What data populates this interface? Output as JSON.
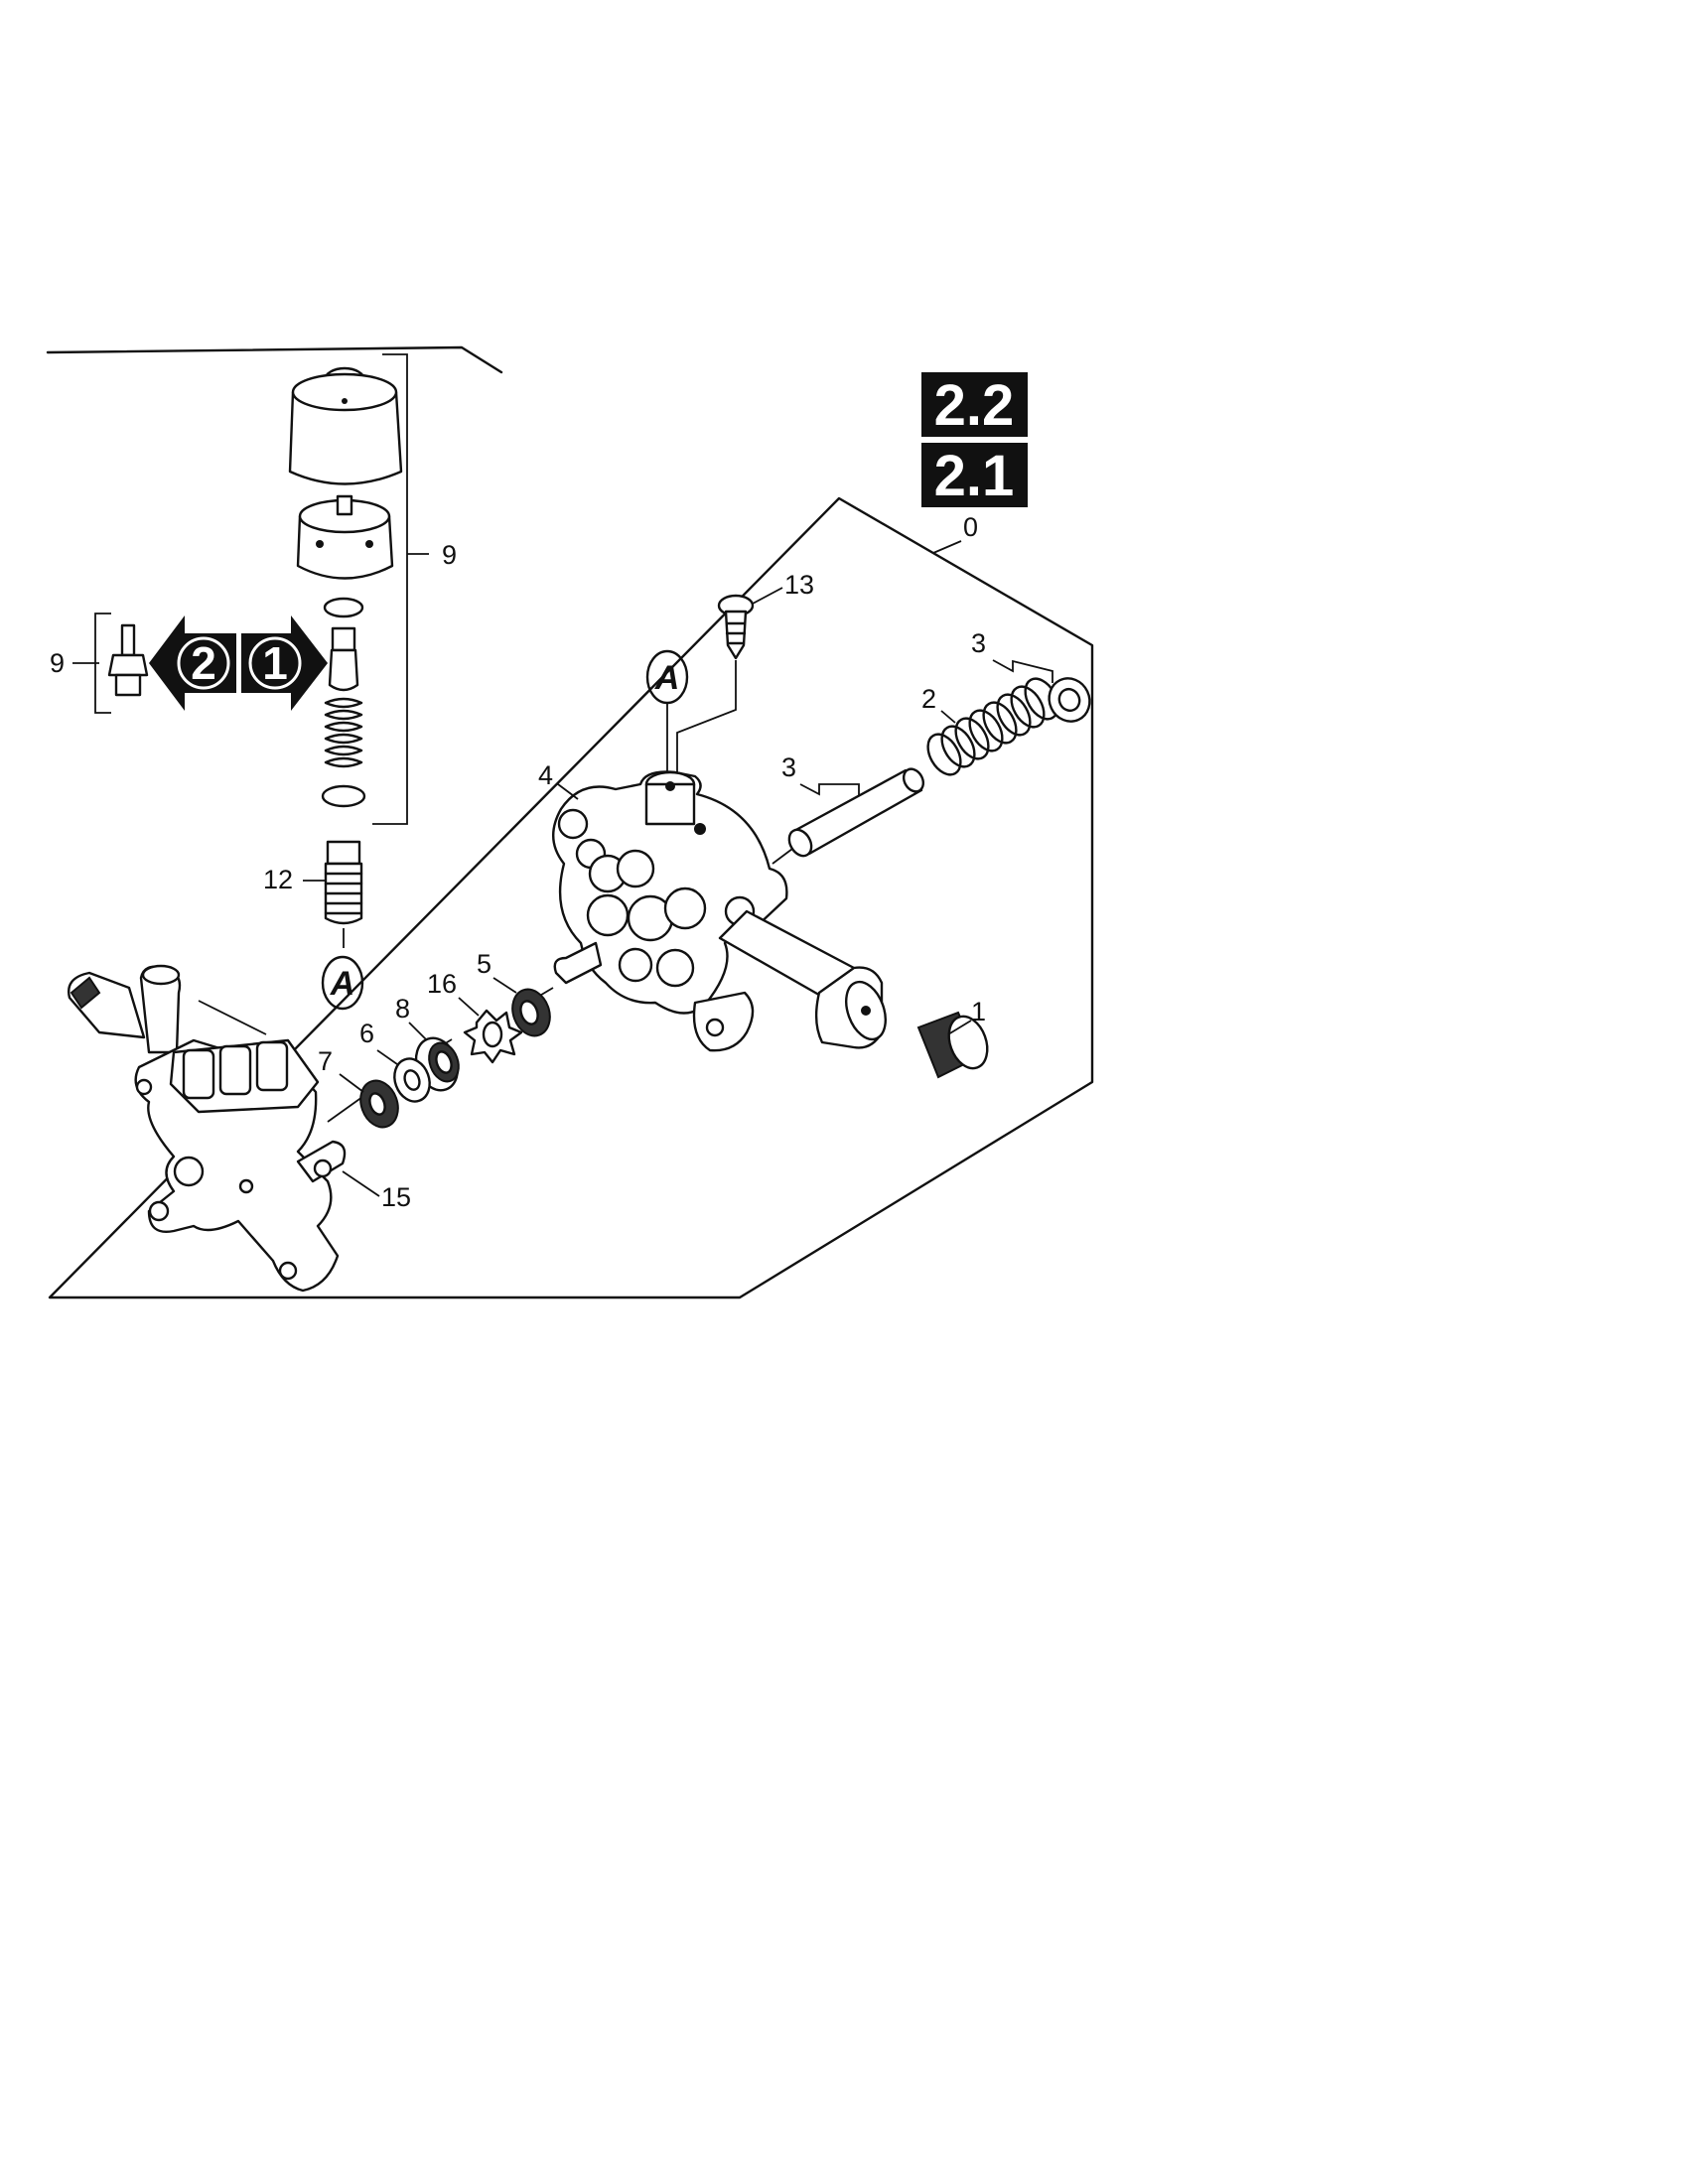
{
  "badges": {
    "top": "2.2",
    "bottom": "2.1"
  },
  "steps": {
    "first": "1",
    "second": "2"
  },
  "callouts": {
    "c0": "0",
    "c1": "1",
    "c2": "2",
    "c3a": "3",
    "c3b": "3",
    "c4": "4",
    "c5": "5",
    "c6": "6",
    "c7": "7",
    "c8": "8",
    "c9a": "9",
    "c9b": "9",
    "c12": "12",
    "c13": "13",
    "c15": "15",
    "c16": "16"
  },
  "connectors": {
    "a_upper": "A",
    "a_lower": "A"
  }
}
